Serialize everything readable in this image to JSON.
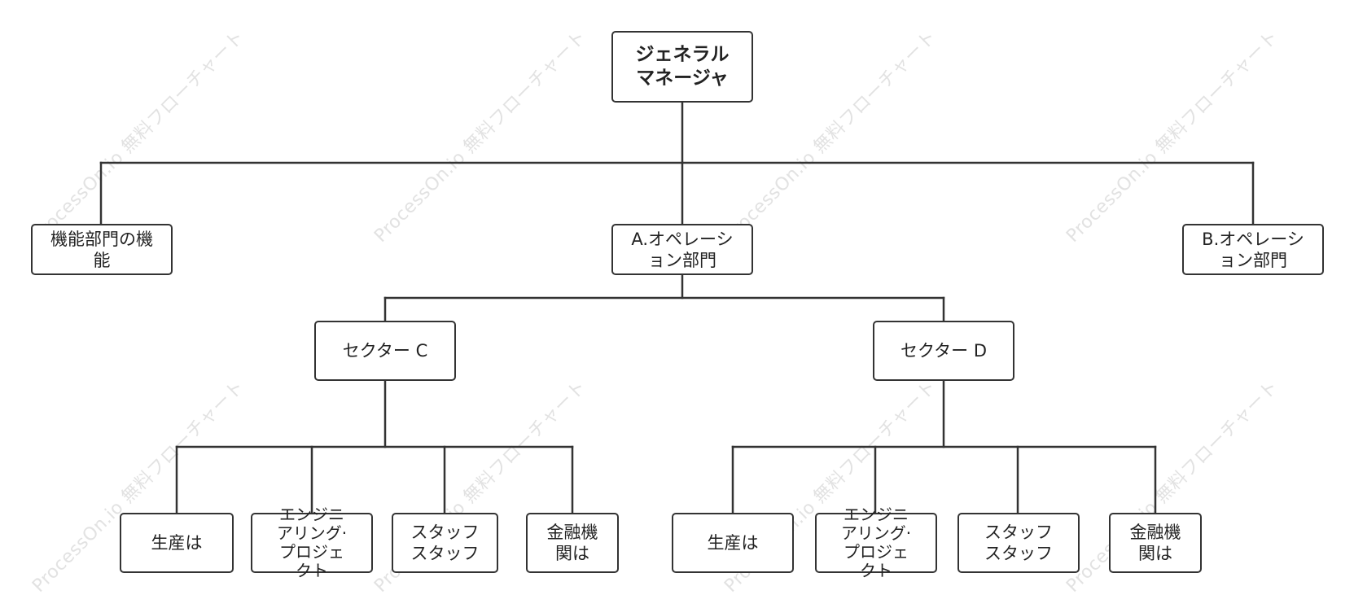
{
  "diagram": {
    "type": "org-chart",
    "colors": {
      "line": "#333333",
      "box_border": "#333333",
      "text": "#222222",
      "watermark": "#e2e2e2"
    },
    "watermark_text": "ProcessOn.io 無料フローチャート",
    "nodes": {
      "general_manager": "ジェネラル\nマネージャ",
      "functional": "機能部門の機\n能",
      "op_a": "A.オペレーシ\nョン部門",
      "op_b": "B.オペレーシ\nョン部門",
      "sector_c": "セクター C",
      "sector_d": "セクター D",
      "c_production": "生産は",
      "c_engineering": "エンジニ\nアリング·\nプロジェ\nクト",
      "c_staff": "スタッフ\nスタッフ",
      "c_finance": "金融機\n関は",
      "d_production": "生産は",
      "d_engineering": "エンジニ\nアリング·\nプロジェ\nクト",
      "d_staff": "スタッフ\nスタッフ",
      "d_finance": "金融機\n関は"
    }
  }
}
